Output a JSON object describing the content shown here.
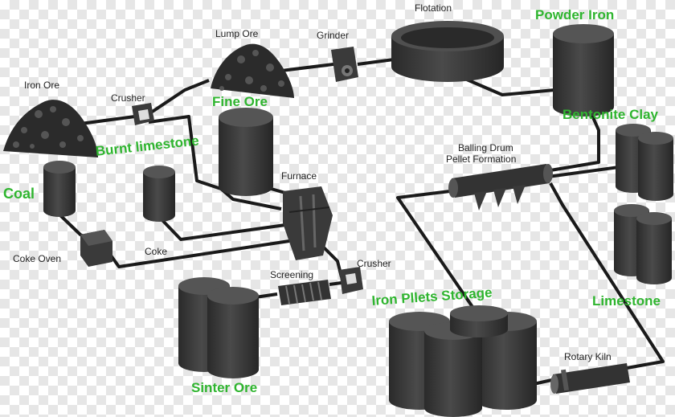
{
  "labels": {
    "iron_ore": "Iron Ore",
    "crusher_top": "Crusher",
    "lump_ore": "Lump Ore",
    "grinder": "Grinder",
    "flotation": "Flotation",
    "powder_iron": "Powder Iron",
    "fine_ore": "Fine Ore",
    "burnt_limestone": "Burnt limestone",
    "coal": "Coal",
    "furnace": "Furnace",
    "bentonite_clay": "Bentonite Clay",
    "balling_drum_line1": "Balling Drum",
    "balling_drum_line2": "Pellet Formation",
    "coke_oven": "Coke Oven",
    "coke": "Coke",
    "screening": "Screening",
    "crusher_bottom": "Crusher",
    "iron_pellets_storage": "Iron Pllets Storage",
    "limestone": "Limestone",
    "rotary_kiln": "Rotary Kiln",
    "sinter_ore": "Sinter Ore"
  },
  "colors": {
    "label_green": "#2fb52f",
    "label_black": "#222222",
    "equipment": "#3a3a3a",
    "pipe": "#1a1a1a"
  }
}
